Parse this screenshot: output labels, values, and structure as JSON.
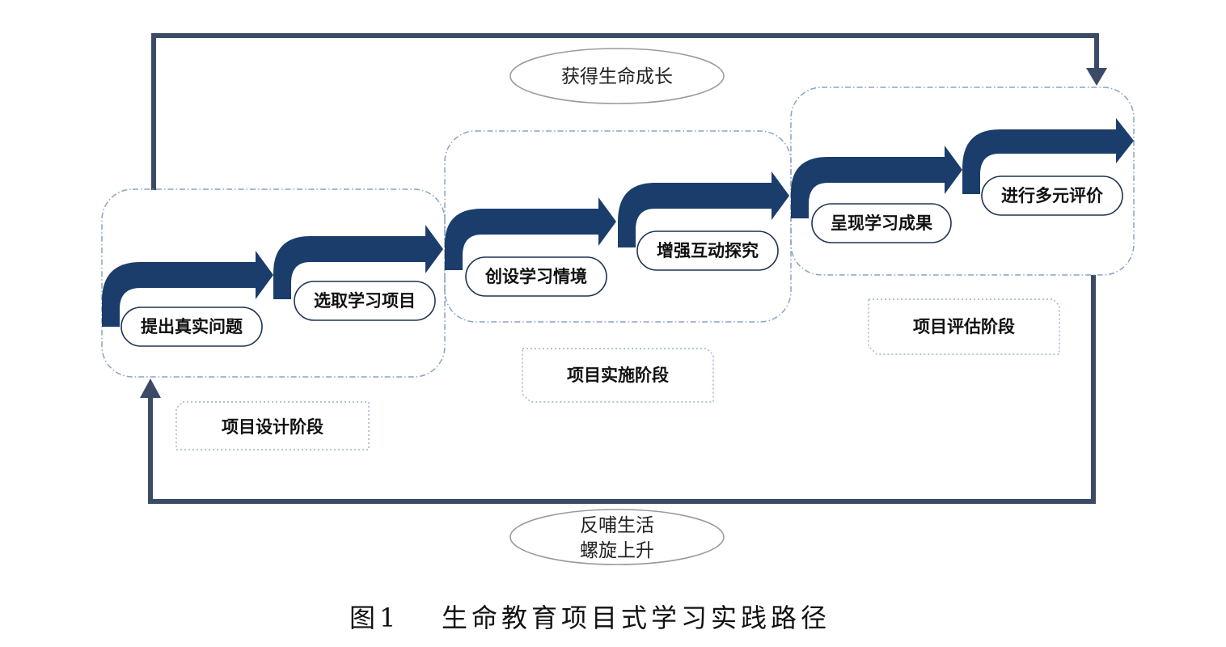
{
  "diagram": {
    "top_loop_label": "获得生命成长",
    "bottom_loop_label": [
      "反哺生活",
      "螺旋上升"
    ],
    "steps": [
      "提出真实问题",
      "选取学习项目",
      "创设学习情境",
      "增强互动探究",
      "呈现学习成果",
      "进行多元评价"
    ],
    "stages": [
      "项目设计阶段",
      "项目实施阶段",
      "项目评估阶段"
    ],
    "colors": {
      "arrow": "#1b3d6b",
      "loop": "#3b4b66",
      "frame": "#8aa3c2"
    }
  },
  "caption": {
    "label": "图1",
    "title": "生命教育项目式学习实践路径"
  }
}
